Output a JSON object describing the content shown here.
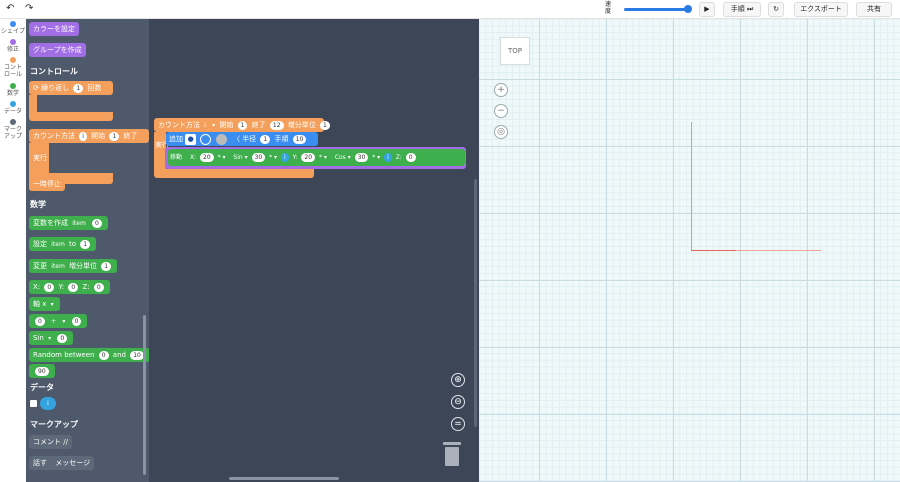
{
  "topbar": {
    "speed_label": "速度",
    "step_label": "手順",
    "export_label": "エクスポート",
    "share_label": "共有",
    "speed_value": 1.0
  },
  "rail": {
    "items": [
      {
        "label": "シェイプ",
        "color": "#3b8ef0"
      },
      {
        "label": "修正",
        "color": "#a16ee6"
      },
      {
        "label": "コントロール",
        "color": "#f4a05c"
      },
      {
        "label": "数学",
        "color": "#3fae4c"
      },
      {
        "label": "データ",
        "color": "#35a3e0"
      },
      {
        "label": "マークアップ",
        "color": "#5d6878"
      }
    ]
  },
  "flyout": {
    "set_color": "カラーを設定",
    "make_group": "グループを作成",
    "control_header": "コントロール",
    "repeat": "繰り返し",
    "repeat_count": "1",
    "repeat_times": "回数",
    "count_with": "カウント方法",
    "count_var": "i",
    "from": "開始",
    "from_val": "1",
    "to_end": "終了",
    "do": "実行",
    "pause": "一時停止",
    "math_header": "数学",
    "create_var": "変数を作成",
    "var_item": "item",
    "var_init": "0",
    "set": "設定",
    "to": "to",
    "set_val": "1",
    "change": "変更",
    "by_unit": "増分単位",
    "change_val": "1",
    "x": "X:",
    "y": "Y:",
    "z": "Z:",
    "xyz_val": "0",
    "axis": "軸 x",
    "op_a": "0",
    "op": "+",
    "op_b": "0",
    "sin": "Sin",
    "sin_val": "0",
    "random": "Random between",
    "rand_a": "0",
    "and": "and",
    "rand_b": "10",
    "ninety": "90",
    "data_header": "データ",
    "data_var": "i",
    "markup_header": "マークアップ",
    "comment": "コメント //",
    "say": "話す",
    "message": "メッセージ"
  },
  "workspace": {
    "count_with": "カウント方法",
    "var": "i",
    "from": "開始",
    "from_val": "1",
    "to_end": "終了",
    "to_val": "12",
    "by_unit": "増分単位",
    "by_val": "1",
    "do": "実行",
    "add": "追加",
    "radius": "半径",
    "radius_val": "1",
    "sides": "手順",
    "sides_val": "10",
    "move": "移動",
    "mx": "X:",
    "mx_val": "20",
    "mult": "*",
    "sin": "Sin",
    "sin_val": "30",
    "op2": "*",
    "ivar": "i",
    "my": "Y:",
    "my_val": "20",
    "cos": "Cos",
    "cos_val": "30",
    "mz": "Z:",
    "mz_val": "0"
  },
  "viewer": {
    "view_label": "TOP",
    "axis_y_color": "#7ed957",
    "axis_x_color": "#f2a39a"
  }
}
